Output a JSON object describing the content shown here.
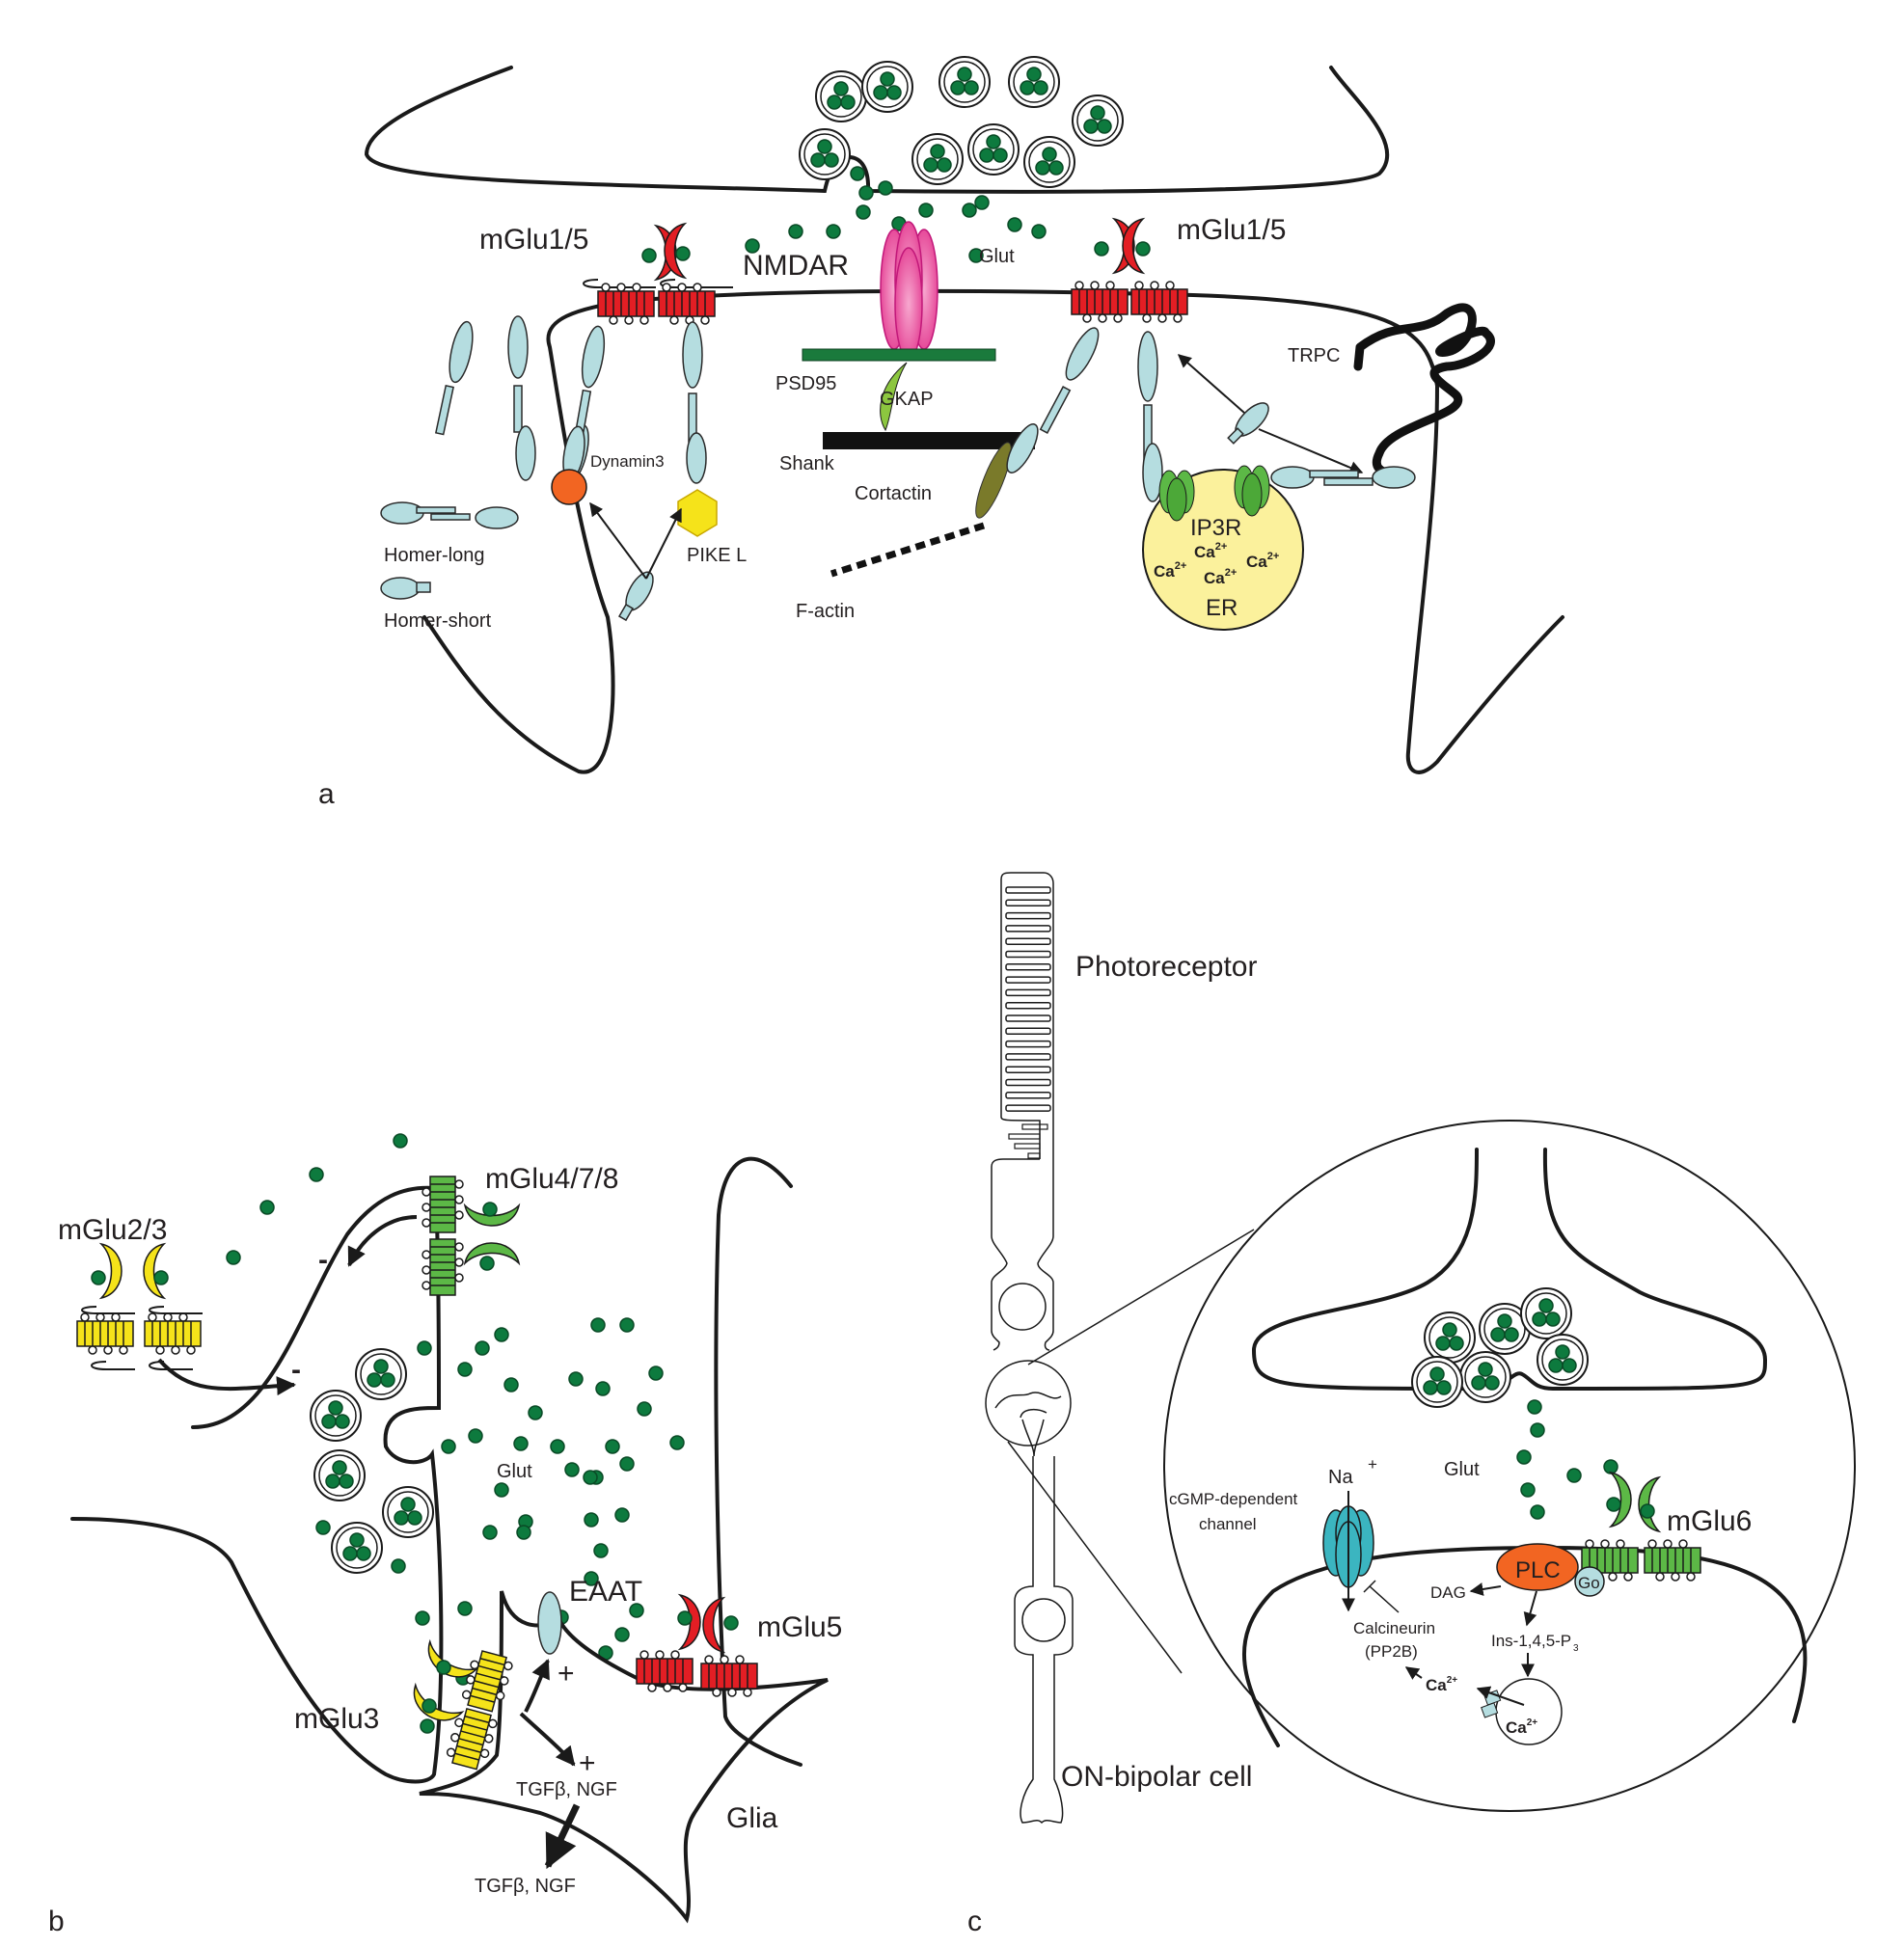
{
  "figure": {
    "panels": [
      {
        "id": "a",
        "label": "a"
      },
      {
        "id": "b",
        "label": "b"
      },
      {
        "id": "c",
        "label": "c"
      }
    ]
  },
  "panel_a": {
    "receptor_left": "mGlu1/5",
    "receptor_right": "mGlu1/5",
    "nmdar": "NMDAR",
    "glut": "Glut",
    "psd95": "PSD95",
    "gkap": "GKAP",
    "shank": "Shank",
    "cortactin": "Cortactin",
    "f_actin": "F-actin",
    "dynamin3": "Dynamin3",
    "pike_l": "PIKE L",
    "homer_long": "Homer-long",
    "homer_short": "Homer-short",
    "trpc": "TRPC",
    "ip3r": "IP3R",
    "er": "ER",
    "ca": "Ca",
    "ca_charge": "2+"
  },
  "panel_b": {
    "mglu23": "mGlu2/3",
    "mglu478": "mGlu4/7/8",
    "glut": "Glut",
    "eaat": "EAAT",
    "mglu5": "mGlu5",
    "mglu3": "mGlu3",
    "glia": "Glia",
    "minus": "-",
    "plus": "+",
    "tgf_ngf_inner": "TGFβ, NGF",
    "tgf_ngf_outer": "TGFβ, NGF"
  },
  "panel_c": {
    "photoreceptor": "Photoreceptor",
    "on_bipolar": "ON-bipolar cell",
    "glut": "Glut",
    "na": "Na",
    "na_charge": "+",
    "cgmp_line1": "cGMP-dependent",
    "cgmp_line2": "channel",
    "mglu6": "mGlu6",
    "plc": "PLC",
    "go": "Go",
    "dag": "DAG",
    "calcineurin": "Calcineurin",
    "pp2b": "(PP2B)",
    "ip3": "Ins-1,4,5-P",
    "ip3_sub": "3",
    "ca": "Ca",
    "ca_charge": "2+"
  },
  "colors": {
    "glutamate": "#0d7a3e",
    "group1_receptor": "#e31e24",
    "group2_receptor": "#f5e31a",
    "group3_receptor": "#5cb846",
    "nmdar": "#e8529e",
    "homer": "#b5dde0",
    "psd95": "#1a7a3c",
    "gkap": "#8cc63f",
    "cortactin": "#7a7a2a",
    "dynamin3": "#f26522",
    "pike_l": "#f5e31a",
    "er": "#fbf19c",
    "ip3r": "#5cb846",
    "plc": "#f26522",
    "cgmp_channel": "#3bb5c0"
  }
}
